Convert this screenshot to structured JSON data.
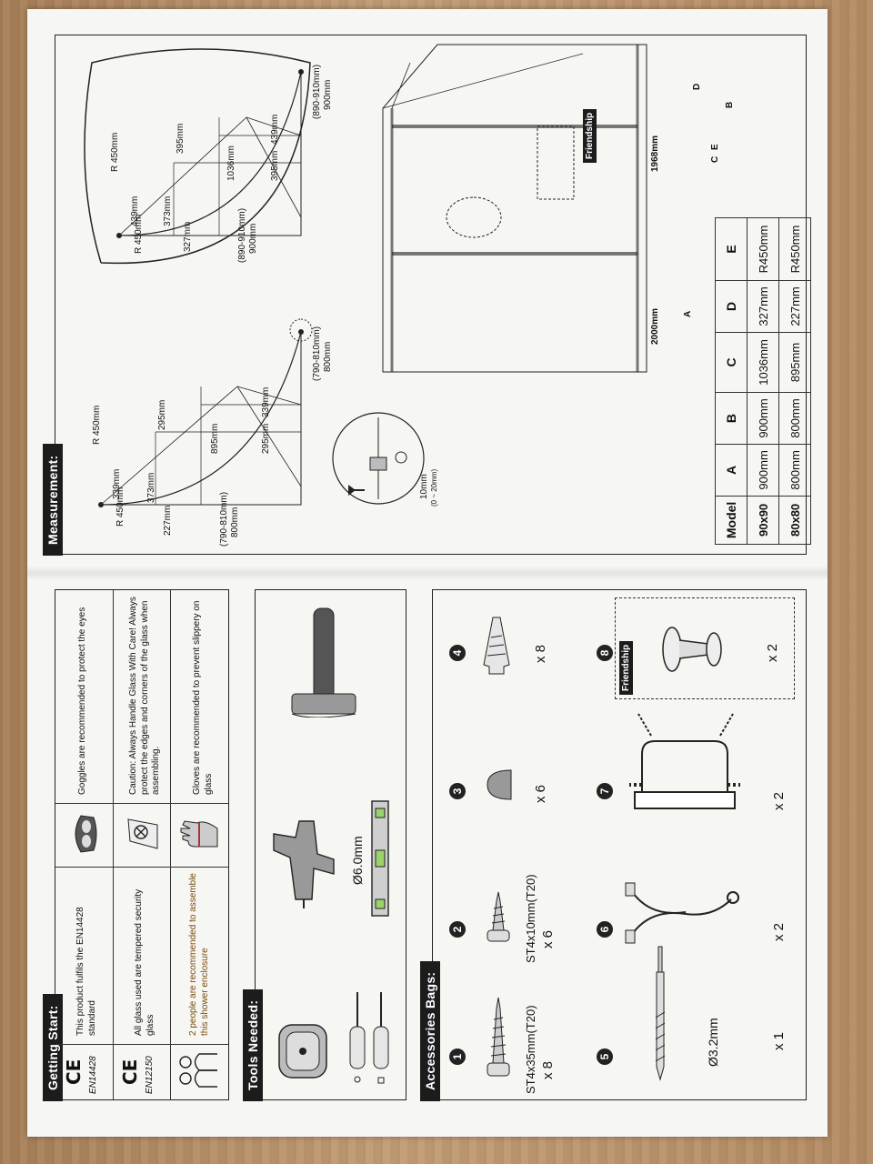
{
  "getting_start": {
    "title": "Getting Start:",
    "rows": [
      {
        "mark": "EN14428",
        "text": "This product fulfils the EN14428 standard"
      },
      {
        "mark": "EN12150",
        "text": "All glass used are tempered security glass"
      },
      {
        "text": "2 people are recommended to assemble this shower enclosure"
      }
    ],
    "right_rows": [
      {
        "text": "Goggles are recommended to protect the eyes"
      },
      {
        "text": "Caution: Always Handle Glass With Care! Always protect the edges and corners of the glass when assembling."
      },
      {
        "text": "Gloves are recommended to prevent slippery on glass"
      }
    ]
  },
  "tools": {
    "title": "Tools Needed:",
    "drill_label": "Ø6.0mm"
  },
  "accessories": {
    "title": "Accessories Bags:",
    "items": [
      {
        "n": "1",
        "label": "ST4x35mm(T20)",
        "qty": "x 8"
      },
      {
        "n": "2",
        "label": "ST4x10mm(T20)",
        "qty": "x 6"
      },
      {
        "n": "3",
        "label": "",
        "qty": "x 6"
      },
      {
        "n": "4",
        "label": "",
        "qty": "x 8"
      },
      {
        "n": "5",
        "label": "Ø3.2mm",
        "qty": "x 1"
      },
      {
        "n": "6",
        "label": "",
        "qty": "x 2"
      },
      {
        "n": "7",
        "label": "",
        "qty": "x 2"
      },
      {
        "n": "8",
        "label": "Friendship",
        "qty": "x 2"
      }
    ]
  },
  "measurement": {
    "title": "Measurement:",
    "d900": {
      "top_range": "(890-910mm)",
      "top": "900mm",
      "side_range": "(890-910mm)",
      "side": "900mm",
      "v1": "439mm",
      "v2": "395mm",
      "diag": "1036mm",
      "h1": "395mm",
      "h2": "439mm",
      "bottom": "327mm",
      "arc": "373mm",
      "r1": "R 450mm",
      "r2": "R 450mm"
    },
    "d800": {
      "top_range": "(790-810mm)",
      "top": "800mm",
      "side_range": "(790-810mm)",
      "side": "800mm",
      "v1": "339mm",
      "v2": "295mm",
      "diag": "895mm",
      "h1": "295mm",
      "h2": "339mm",
      "bottom": "227mm",
      "arc": "373mm",
      "r1": "R 450mm",
      "r2": "R 450mm"
    },
    "detail": {
      "gap": "10mm",
      "gap_range": "(0 ~ 20mm)"
    },
    "enclosure": {
      "height_total": "2000mm",
      "height_glass": "1968mm",
      "brand": "Friendship",
      "letters": [
        "A",
        "B",
        "C",
        "D",
        "E"
      ]
    },
    "table": {
      "headers": [
        "Model",
        "A",
        "B",
        "C",
        "D",
        "E"
      ],
      "rows": [
        [
          "90x90",
          "900mm",
          "900mm",
          "1036mm",
          "327mm",
          "R450mm"
        ],
        [
          "80x80",
          "800mm",
          "800mm",
          "895mm",
          "227mm",
          "R450mm"
        ]
      ]
    }
  }
}
